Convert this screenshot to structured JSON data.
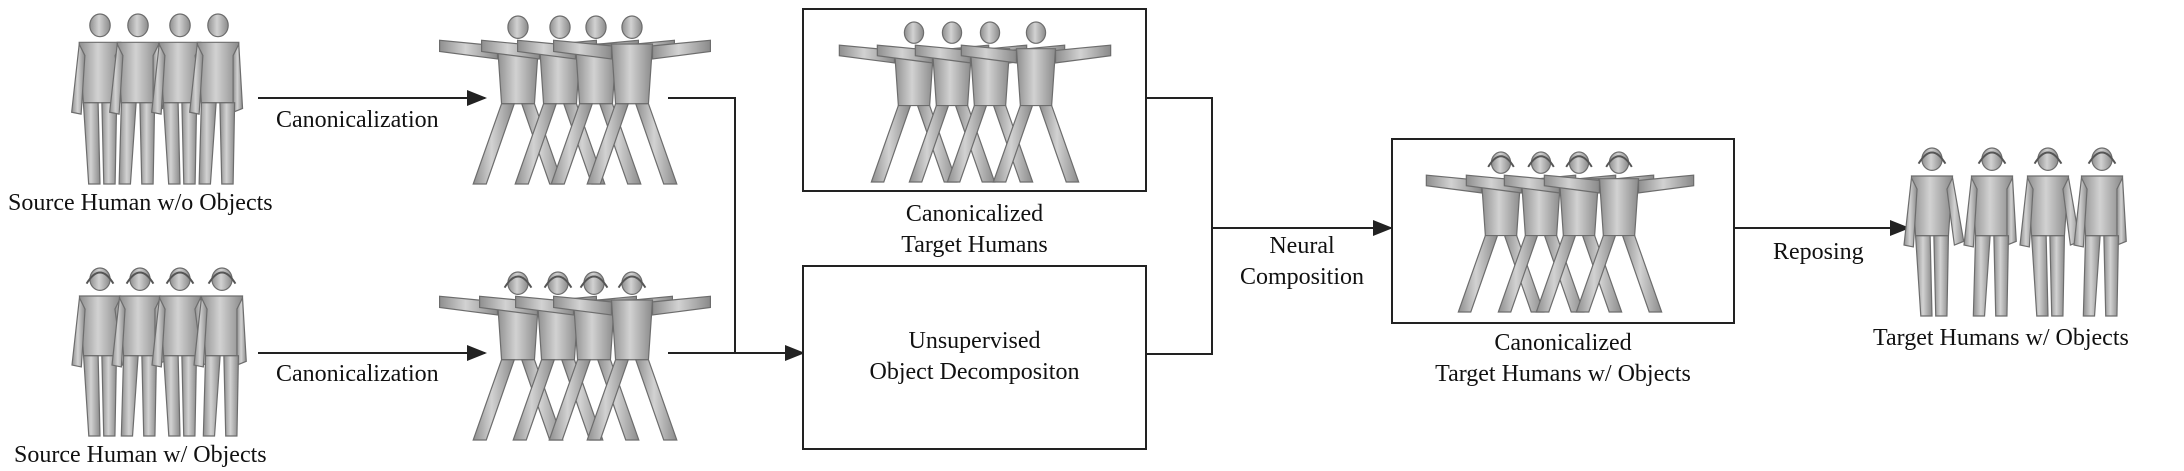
{
  "labels": {
    "source_no_objects": "Source Human w/o Objects",
    "source_with_objects": "Source Human w/ Objects",
    "canonicalization_top": "Canonicalization",
    "canonicalization_bottom": "Canonicalization",
    "canon_target_humans_1": "Canonicalized",
    "canon_target_humans_2": "Target Humans",
    "decomp_1": "Unsupervised",
    "decomp_2": "Object Decompositon",
    "neural_1": "Neural",
    "neural_2": "Composition",
    "canon_objects_1": "Canonicalized",
    "canon_objects_2": "Target Humans w/ Objects",
    "reposing": "Reposing",
    "target_with_objects": "Target Humans w/ Objects"
  },
  "colors": {
    "line": "#222222",
    "mesh_fill": "#b9b9b9",
    "mesh_shade": "#7e7e7e"
  }
}
